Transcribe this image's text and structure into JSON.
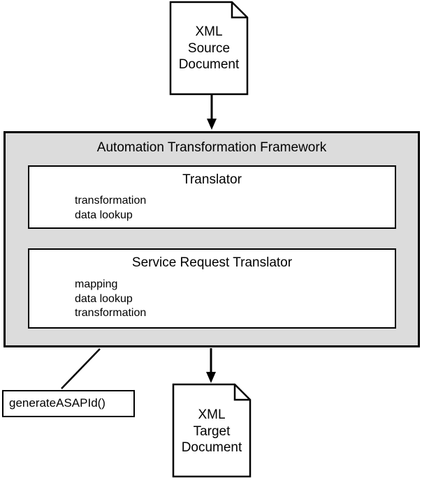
{
  "source_document": {
    "lines": [
      "XML",
      "Source",
      "Document"
    ]
  },
  "framework": {
    "title": "Automation Transformation Framework",
    "translator": {
      "title": "Translator",
      "items": [
        "transformation",
        "data lookup"
      ]
    },
    "service_request_translator": {
      "title": "Service Request Translator",
      "items": [
        "mapping",
        "data lookup",
        "transformation"
      ]
    }
  },
  "method": {
    "label": "generateASAPId()"
  },
  "target_document": {
    "lines": [
      "XML",
      "Target",
      "Document"
    ]
  },
  "colors": {
    "framework_fill": "#dcdcdc",
    "line": "#000000",
    "box_fill": "#ffffff"
  }
}
